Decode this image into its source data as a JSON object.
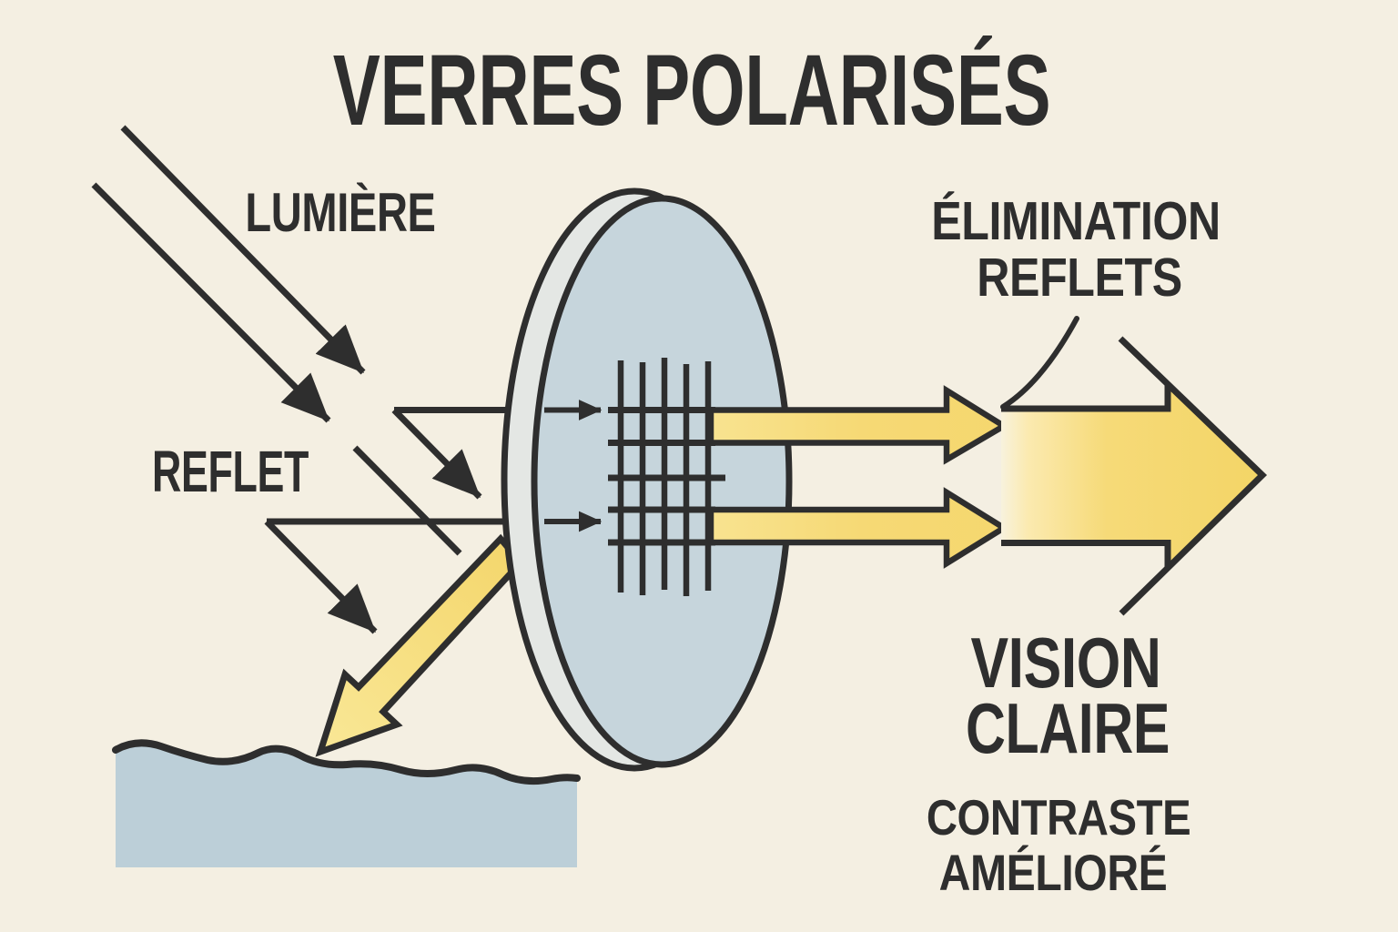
{
  "title": "VERRES POLARISÉS",
  "labels": {
    "light": "LUMIÈRE",
    "reflection": "REFLET",
    "elimination_line1": "ÉLIMINATION",
    "elimination_line2": "REFLETS",
    "vision_line1": "VISION",
    "vision_line2": "CLAIRE",
    "contrast_line1": "CONTRASTE",
    "contrast_line2": "AMÉLIORÉ"
  },
  "colors": {
    "background": "#f4efe2",
    "ink": "#2e2e2e",
    "lens_front": "#c6d5dc",
    "lens_rim": "#e4e7e4",
    "water": "#bccfd8",
    "ray_yellow": "#f5d76e",
    "ray_yellow_light": "#f9e795"
  },
  "icons": {
    "incident_light_rays": "diagonal-black-arrows-down-right",
    "glare_rays": "black-arrows-toward-water",
    "blocked_glare": "yellow-arrow-deflected-down-left",
    "polarizing_filter": "grid-on-lens",
    "transmitted_light": "horizontal-yellow-arrows-right",
    "clear_vision": "large-yellow-arrow-right"
  }
}
